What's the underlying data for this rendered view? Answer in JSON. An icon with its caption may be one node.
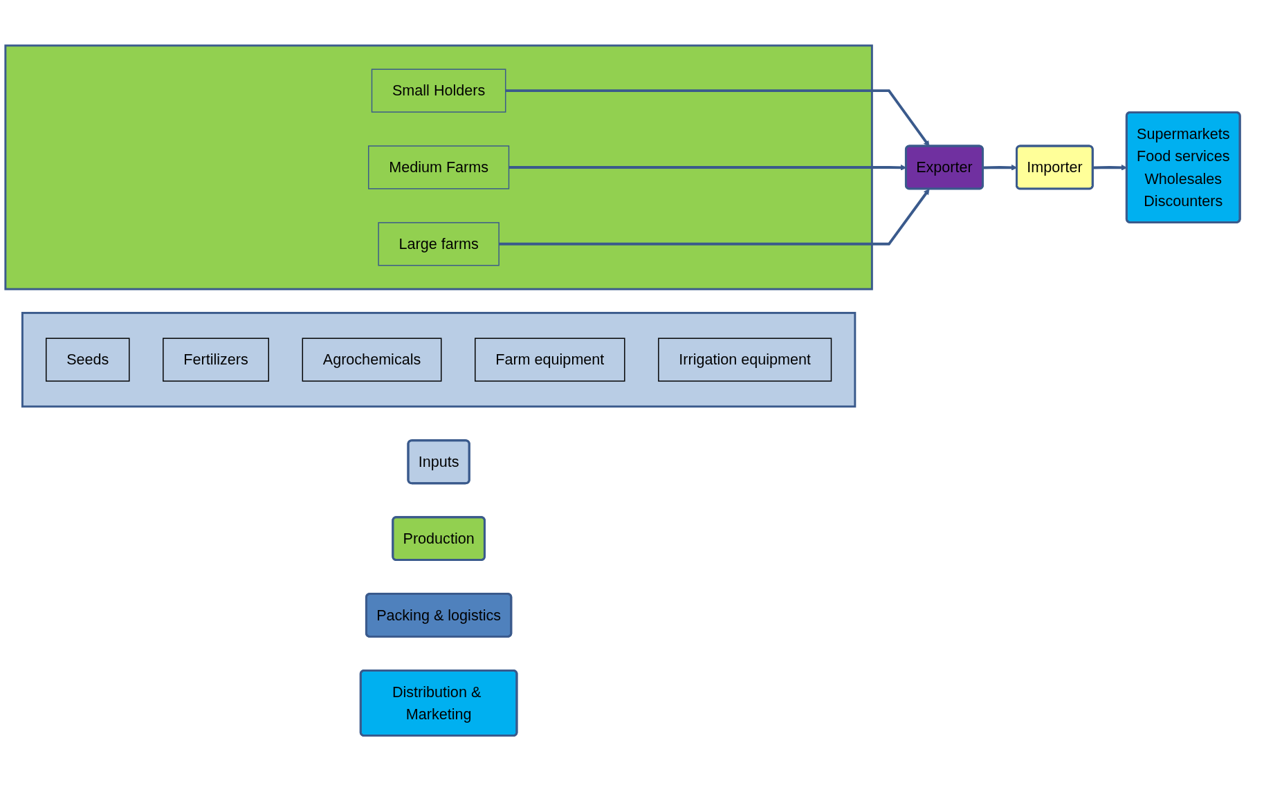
{
  "diagram": {
    "nodes": [
      {
        "text": [
          "Inputs"
        ]
      },
      {
        "text": [
          "Production"
        ]
      },
      {
        "text": [
          "Packing & logistics"
        ]
      },
      {
        "text": [
          "Distribution & Marketing"
        ]
      },
      {
        "text": [],
        "shape": "box"
      },
      {
        "text": [
          "Seeds"
        ],
        "in": 4
      },
      {
        "text": [
          "Fertilizers"
        ],
        "in": 4
      },
      {
        "text": [
          "Agrochemicals"
        ],
        "in": 4
      },
      {
        "text": [
          "Farm equipment"
        ],
        "in": 4
      },
      {
        "text": [
          "Irrigation equipment"
        ],
        "in": 4
      },
      {
        "text": [],
        "shape": "box"
      },
      {
        "text": [
          "Small Holders"
        ],
        "in": 10
      },
      {
        "text": [
          "Medium Farms"
        ],
        "in": 10
      },
      {
        "text": [
          "Large farms"
        ],
        "in": 10
      },
      {
        "text": [
          "Exporter"
        ]
      },
      {
        "text": [
          "Importer"
        ]
      },
      {
        "text": [
          "Supermarkets",
          "Food services",
          "Wholesales",
          "Discounters"
        ]
      }
    ],
    "edges": [
      {
        "from": 11,
        "to": 14,
        "arrow": "to"
      },
      {
        "from": 12,
        "to": 14,
        "arrow": "to"
      },
      {
        "from": 13,
        "to": 14,
        "arrow": "to"
      },
      {
        "from": 14,
        "to": 15,
        "arrow": "to"
      },
      {
        "from": 15,
        "to": 16,
        "arrow": "to"
      }
    ]
  }
}
